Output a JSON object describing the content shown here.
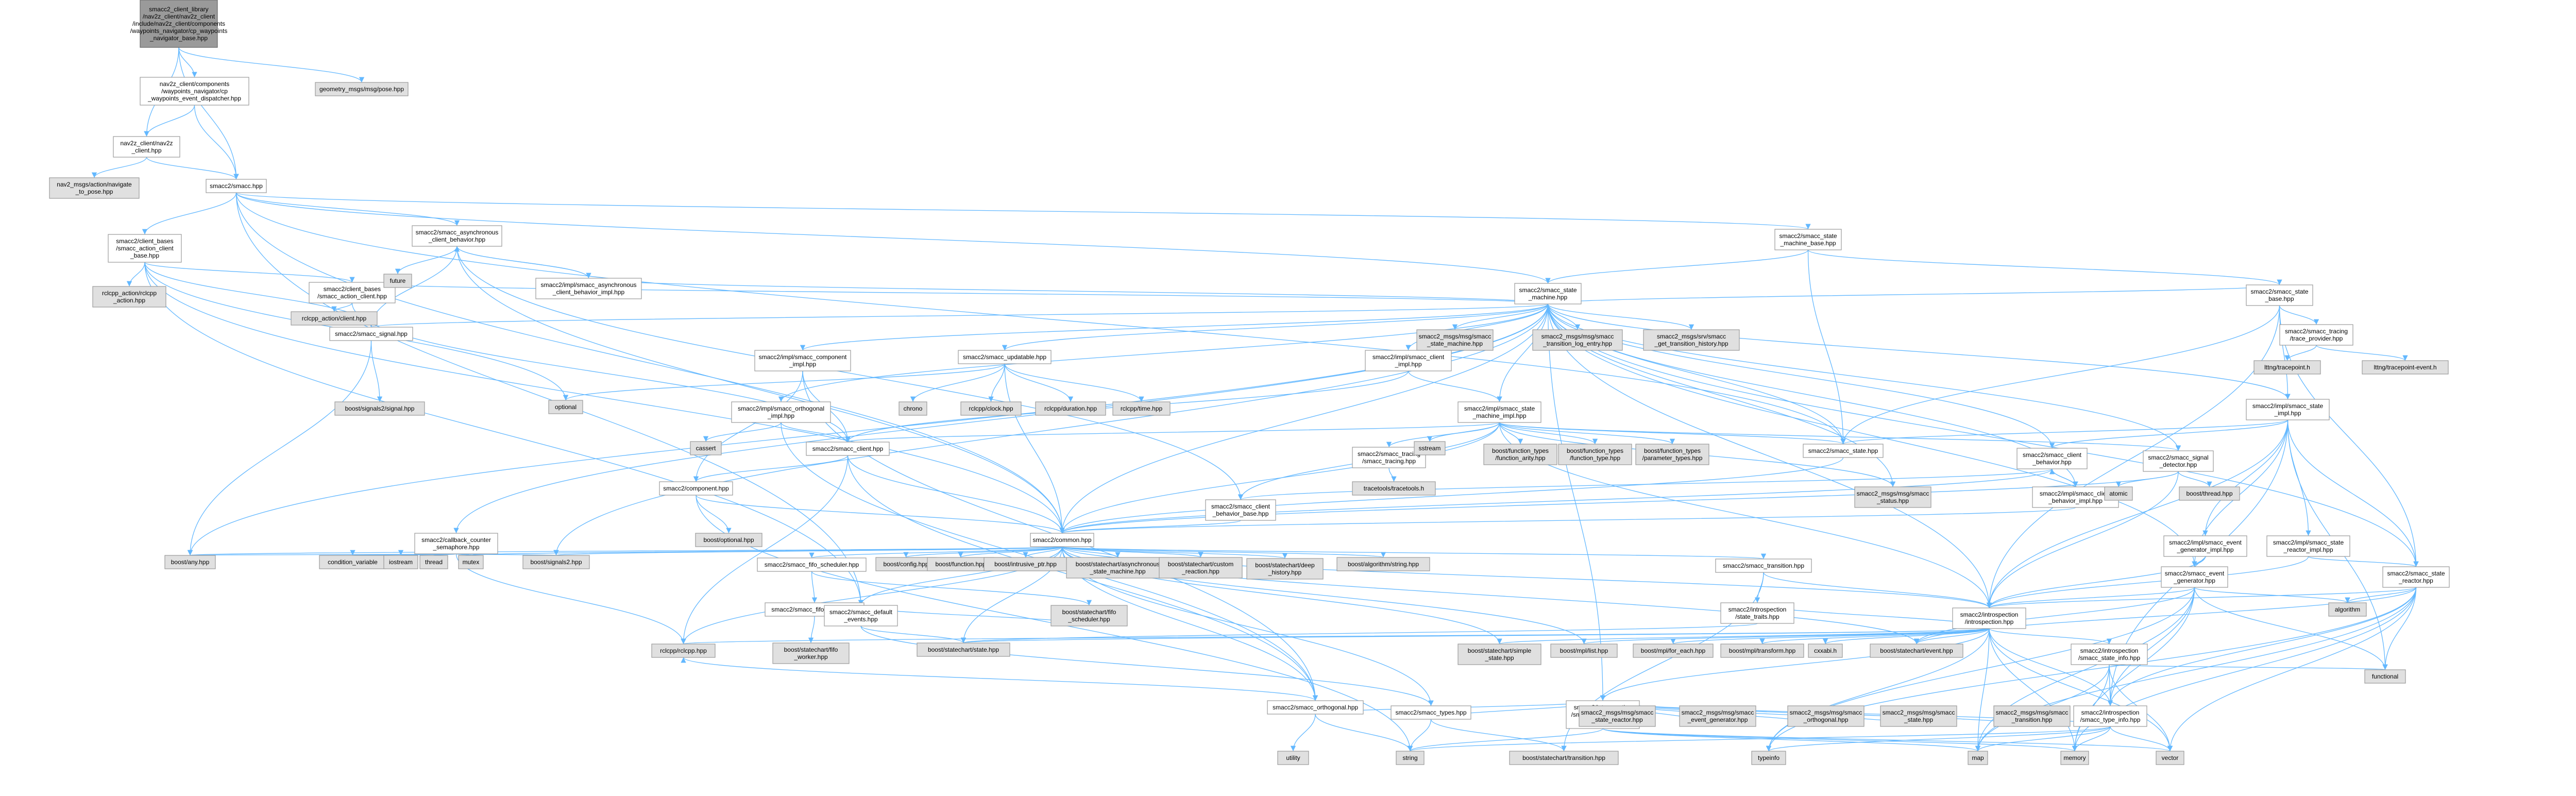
{
  "accent_color": "#63b8ff",
  "nodes": [
    {
      "id": "n0",
      "lines": [
        "smacc2_client_library",
        "/nav2z_client/nav2z_client",
        "/include/nav2z_client/components",
        "/waypoints_navigator/cp_waypoints",
        "_navigator_base.hpp"
      ],
      "style": "root"
    },
    {
      "id": "n1",
      "lines": [
        "nav2z_client/components",
        "/waypoints_navigator/cp",
        "_waypoints_event_dispatcher.hpp"
      ],
      "style": "white"
    },
    {
      "id": "n2",
      "lines": [
        "geometry_msgs/msg/pose.hpp"
      ],
      "style": "gray"
    },
    {
      "id": "n3",
      "lines": [
        "nav2z_client/nav2z",
        "_client.hpp"
      ],
      "style": "white"
    },
    {
      "id": "n4",
      "lines": [
        "nav2_msgs/action/navigate",
        "_to_pose.hpp"
      ],
      "style": "gray"
    },
    {
      "id": "n5",
      "lines": [
        "smacc2/smacc.hpp"
      ],
      "style": "white"
    },
    {
      "id": "n6",
      "lines": [
        "smacc2/client_bases",
        "/smacc_action_client",
        "_base.hpp"
      ],
      "style": "white"
    },
    {
      "id": "n7",
      "lines": [
        "smacc2/smacc_asynchronous",
        "_client_behavior.hpp"
      ],
      "style": "white"
    },
    {
      "id": "n8",
      "lines": [
        "rclcpp_action/rclcpp",
        "_action.hpp"
      ],
      "style": "gray"
    },
    {
      "id": "n9",
      "lines": [
        "smacc2/client_bases",
        "/smacc_action_client.hpp"
      ],
      "style": "white"
    },
    {
      "id": "n10",
      "lines": [
        "future"
      ],
      "style": "gray"
    },
    {
      "id": "n11",
      "lines": [
        "smacc2/impl/smacc_asynchronous",
        "_client_behavior_impl.hpp"
      ],
      "style": "white"
    },
    {
      "id": "n12",
      "lines": [
        "rclcpp_action/client.hpp"
      ],
      "style": "gray"
    },
    {
      "id": "n13",
      "lines": [
        "smacc2/smacc_state",
        "_machine_base.hpp"
      ],
      "style": "white"
    },
    {
      "id": "n14",
      "lines": [
        "smacc2/smacc_state",
        "_base.hpp"
      ],
      "style": "white"
    },
    {
      "id": "n15",
      "lines": [
        "smacc2/smacc_state",
        "_machine.hpp"
      ],
      "style": "white"
    },
    {
      "id": "n16",
      "lines": [
        "smacc2/smacc_tracing",
        "/trace_provider.hpp"
      ],
      "style": "white"
    },
    {
      "id": "n17",
      "lines": [
        "smacc2/smacc_signal.hpp"
      ],
      "style": "white"
    },
    {
      "id": "n18",
      "lines": [
        "smacc2/impl/smacc_component",
        "_impl.hpp"
      ],
      "style": "white"
    },
    {
      "id": "n19",
      "lines": [
        "smacc2/smacc_updatable.hpp"
      ],
      "style": "white"
    },
    {
      "id": "n20",
      "lines": [
        "smacc2/impl/smacc_client",
        "_impl.hpp"
      ],
      "style": "white"
    },
    {
      "id": "n21",
      "lines": [
        "smacc2_msgs/msg/smacc",
        "_state_machine.hpp"
      ],
      "style": "gray"
    },
    {
      "id": "n22",
      "lines": [
        "smacc2_msgs/msg/smacc",
        "_transition_log_entry.hpp"
      ],
      "style": "gray"
    },
    {
      "id": "n23",
      "lines": [
        "smacc2_msgs/srv/smacc",
        "_get_transition_history.hpp"
      ],
      "style": "gray"
    },
    {
      "id": "n24",
      "lines": [
        "lttng/tracepoint.h"
      ],
      "style": "gray"
    },
    {
      "id": "n25",
      "lines": [
        "lttng/tracepoint-event.h"
      ],
      "style": "gray"
    },
    {
      "id": "n26",
      "lines": [
        "optional"
      ],
      "style": "gray"
    },
    {
      "id": "n27",
      "lines": [
        "boost/signals2/signal.hpp"
      ],
      "style": "gray"
    },
    {
      "id": "n28",
      "lines": [
        "smacc2/impl/smacc_orthogonal",
        "_impl.hpp"
      ],
      "style": "white"
    },
    {
      "id": "n29",
      "lines": [
        "chrono"
      ],
      "style": "gray"
    },
    {
      "id": "n30",
      "lines": [
        "rclcpp/clock.hpp"
      ],
      "style": "gray"
    },
    {
      "id": "n31",
      "lines": [
        "rclcpp/duration.hpp"
      ],
      "style": "gray"
    },
    {
      "id": "n32",
      "lines": [
        "rclcpp/time.hpp"
      ],
      "style": "gray"
    },
    {
      "id": "n33",
      "lines": [
        "smacc2/impl/smacc_state",
        "_machine_impl.hpp"
      ],
      "style": "white"
    },
    {
      "id": "n34",
      "lines": [
        "smacc2/impl/smacc_state",
        "_impl.hpp"
      ],
      "style": "white"
    },
    {
      "id": "n35",
      "lines": [
        "smacc2/smacc_client.hpp"
      ],
      "style": "white"
    },
    {
      "id": "n36",
      "lines": [
        "cassert"
      ],
      "style": "gray"
    },
    {
      "id": "n37",
      "lines": [
        "smacc2/smacc_tracing",
        "/smacc_tracing.hpp"
      ],
      "style": "white"
    },
    {
      "id": "n38",
      "lines": [
        "sstream"
      ],
      "style": "gray"
    },
    {
      "id": "n39",
      "lines": [
        "boost/function_types",
        "/function_arity.hpp"
      ],
      "style": "gray"
    },
    {
      "id": "n40",
      "lines": [
        "boost/function_types",
        "/function_type.hpp"
      ],
      "style": "gray"
    },
    {
      "id": "n41",
      "lines": [
        "boost/function_types",
        "/parameter_types.hpp"
      ],
      "style": "gray"
    },
    {
      "id": "n42",
      "lines": [
        "smacc2/smacc_state.hpp"
      ],
      "style": "white"
    },
    {
      "id": "n43",
      "lines": [
        "smacc2/smacc_client",
        "_behavior.hpp"
      ],
      "style": "white"
    },
    {
      "id": "n44",
      "lines": [
        "smacc2/smacc_signal",
        "_detector.hpp"
      ],
      "style": "white"
    },
    {
      "id": "n45",
      "lines": [
        "smacc2/component.hpp"
      ],
      "style": "white"
    },
    {
      "id": "n46",
      "lines": [
        "tracetools/tracetools.h"
      ],
      "style": "gray"
    },
    {
      "id": "n47",
      "lines": [
        "smacc2/smacc_client",
        "_behavior_base.hpp"
      ],
      "style": "white"
    },
    {
      "id": "n48",
      "lines": [
        "smacc2_msgs/msg/smacc",
        "_status.hpp"
      ],
      "style": "gray"
    },
    {
      "id": "n49",
      "lines": [
        "smacc2/impl/smacc_client",
        "_behavior_impl.hpp"
      ],
      "style": "white"
    },
    {
      "id": "n50",
      "lines": [
        "atomic"
      ],
      "style": "gray"
    },
    {
      "id": "n51",
      "lines": [
        "boost/thread.hpp"
      ],
      "style": "gray"
    },
    {
      "id": "n52",
      "lines": [
        "smacc2/callback_counter",
        "_semaphore.hpp"
      ],
      "style": "white"
    },
    {
      "id": "n53",
      "lines": [
        "boost/optional.hpp"
      ],
      "style": "gray"
    },
    {
      "id": "n54",
      "lines": [
        "smacc2/common.hpp"
      ],
      "style": "white"
    },
    {
      "id": "n55",
      "lines": [
        "smacc2/impl/smacc_event",
        "_generator_impl.hpp"
      ],
      "style": "white"
    },
    {
      "id": "n56",
      "lines": [
        "smacc2/impl/smacc_state",
        "_reactor_impl.hpp"
      ],
      "style": "white"
    },
    {
      "id": "n57",
      "lines": [
        "boost/any.hpp"
      ],
      "style": "gray"
    },
    {
      "id": "n58",
      "lines": [
        "condition_variable"
      ],
      "style": "gray"
    },
    {
      "id": "n59",
      "lines": [
        "iostream"
      ],
      "style": "gray"
    },
    {
      "id": "n60",
      "lines": [
        "thread"
      ],
      "style": "gray"
    },
    {
      "id": "n61",
      "lines": [
        "mutex"
      ],
      "style": "gray"
    },
    {
      "id": "n62",
      "lines": [
        "boost/signals2.hpp"
      ],
      "style": "gray"
    },
    {
      "id": "n63",
      "lines": [
        "smacc2/smacc_fifo_scheduler.hpp"
      ],
      "style": "white"
    },
    {
      "id": "n64",
      "lines": [
        "boost/config.hpp"
      ],
      "style": "gray"
    },
    {
      "id": "n65",
      "lines": [
        "boost/function.hpp"
      ],
      "style": "gray"
    },
    {
      "id": "n66",
      "lines": [
        "boost/intrusive_ptr.hpp"
      ],
      "style": "gray"
    },
    {
      "id": "n67",
      "lines": [
        "boost/statechart/asynchronous",
        "_state_machine.hpp"
      ],
      "style": "gray"
    },
    {
      "id": "n68",
      "lines": [
        "boost/statechart/custom",
        "_reaction.hpp"
      ],
      "style": "gray"
    },
    {
      "id": "n69",
      "lines": [
        "boost/statechart/deep",
        "_history.hpp"
      ],
      "style": "gray"
    },
    {
      "id": "n70",
      "lines": [
        "boost/algorithm/string.hpp"
      ],
      "style": "gray"
    },
    {
      "id": "n71",
      "lines": [
        "smacc2/smacc_transition.hpp"
      ],
      "style": "white"
    },
    {
      "id": "n72",
      "lines": [
        "smacc2/smacc_event",
        "_generator.hpp"
      ],
      "style": "white"
    },
    {
      "id": "n73",
      "lines": [
        "smacc2/smacc_state",
        "_reactor.hpp"
      ],
      "style": "white"
    },
    {
      "id": "n74",
      "lines": [
        "smacc2/smacc_fifo_worker.hpp"
      ],
      "style": "white"
    },
    {
      "id": "n75",
      "lines": [
        "smacc2/smacc_default",
        "_events.hpp"
      ],
      "style": "white"
    },
    {
      "id": "n76",
      "lines": [
        "boost/statechart/fifo",
        "_scheduler.hpp"
      ],
      "style": "gray"
    },
    {
      "id": "n77",
      "lines": [
        "smacc2/introspection",
        "/state_traits.hpp"
      ],
      "style": "white"
    },
    {
      "id": "n78",
      "lines": [
        "smacc2/introspection",
        "/introspection.hpp"
      ],
      "style": "white"
    },
    {
      "id": "n79",
      "lines": [
        "algorithm"
      ],
      "style": "gray"
    },
    {
      "id": "n80",
      "lines": [
        "boost/statechart/fifo",
        "_worker.hpp"
      ],
      "style": "gray"
    },
    {
      "id": "n81",
      "lines": [
        "rclcpp/rclcpp.hpp"
      ],
      "style": "gray"
    },
    {
      "id": "n82",
      "lines": [
        "boost/statechart/state.hpp"
      ],
      "style": "gray"
    },
    {
      "id": "n83",
      "lines": [
        "boost/statechart/simple",
        "_state.hpp"
      ],
      "style": "gray"
    },
    {
      "id": "n84",
      "lines": [
        "boost/mpl/list.hpp"
      ],
      "style": "gray"
    },
    {
      "id": "n85",
      "lines": [
        "boost/mpl/for_each.hpp"
      ],
      "style": "gray"
    },
    {
      "id": "n86",
      "lines": [
        "boost/mpl/transform.hpp"
      ],
      "style": "gray"
    },
    {
      "id": "n87",
      "lines": [
        "cxxabi.h"
      ],
      "style": "gray"
    },
    {
      "id": "n88",
      "lines": [
        "boost/statechart/event.hpp"
      ],
      "style": "gray"
    },
    {
      "id": "n89",
      "lines": [
        "smacc2/introspection",
        "/smacc_state_info.hpp"
      ],
      "style": "white"
    },
    {
      "id": "n90",
      "lines": [
        "functional"
      ],
      "style": "gray"
    },
    {
      "id": "n91",
      "lines": [
        "smacc2/introspection",
        "/smacc_state_machine",
        "_info.hpp"
      ],
      "style": "white"
    },
    {
      "id": "n92",
      "lines": [
        "smacc2/smacc_orthogonal.hpp"
      ],
      "style": "white"
    },
    {
      "id": "n93",
      "lines": [
        "smacc2/smacc_types.hpp"
      ],
      "style": "white"
    },
    {
      "id": "n94",
      "lines": [
        "smacc2_msgs/msg/smacc",
        "_state_reactor.hpp"
      ],
      "style": "gray"
    },
    {
      "id": "n95",
      "lines": [
        "smacc2_msgs/msg/smacc",
        "_event_generator.hpp"
      ],
      "style": "gray"
    },
    {
      "id": "n96",
      "lines": [
        "smacc2_msgs/msg/smacc",
        "_orthogonal.hpp"
      ],
      "style": "gray"
    },
    {
      "id": "n97",
      "lines": [
        "smacc2_msgs/msg/smacc",
        "_state.hpp"
      ],
      "style": "gray"
    },
    {
      "id": "n98",
      "lines": [
        "smacc2_msgs/msg/smacc",
        "_transition.hpp"
      ],
      "style": "gray"
    },
    {
      "id": "n99",
      "lines": [
        "smacc2/introspection",
        "/smacc_type_info.hpp"
      ],
      "style": "white"
    },
    {
      "id": "n100",
      "lines": [
        "utility"
      ],
      "style": "gray"
    },
    {
      "id": "n101",
      "lines": [
        "string"
      ],
      "style": "gray"
    },
    {
      "id": "n102",
      "lines": [
        "boost/statechart/transition.hpp"
      ],
      "style": "gray"
    },
    {
      "id": "n103",
      "lines": [
        "typeinfo"
      ],
      "style": "gray"
    },
    {
      "id": "n104",
      "lines": [
        "map"
      ],
      "style": "gray"
    },
    {
      "id": "n105",
      "lines": [
        "memory"
      ],
      "style": "gray"
    },
    {
      "id": "n106",
      "lines": [
        "vector"
      ],
      "style": "gray"
    }
  ]
}
